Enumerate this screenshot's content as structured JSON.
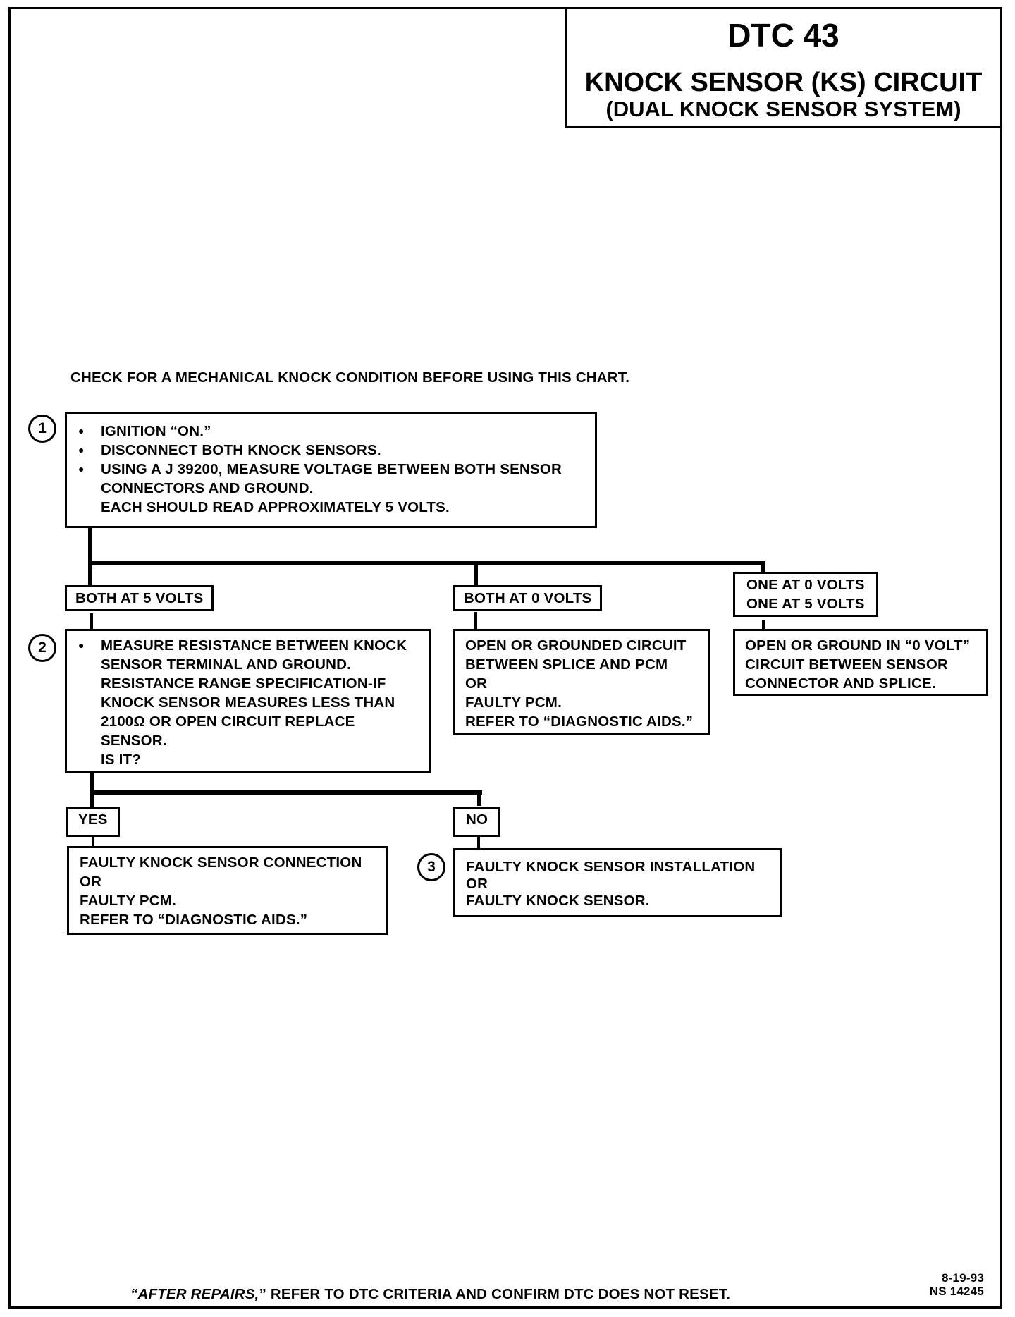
{
  "header": {
    "code": "DTC 43",
    "title": "KNOCK SENSOR (KS) CIRCUIT",
    "subtitle": "(DUAL KNOCK SENSOR SYSTEM)"
  },
  "precheck_note": "CHECK FOR A MECHANICAL KNOCK CONDITION BEFORE USING THIS CHART.",
  "step1": {
    "number": "1",
    "bullets": [
      "IGNITION “ON.”",
      "DISCONNECT BOTH KNOCK SENSORS.",
      "USING A J 39200, MEASURE VOLTAGE BETWEEN BOTH SENSOR\nCONNECTORS AND GROUND.\nEACH SHOULD READ APPROXIMATELY 5 VOLTS."
    ]
  },
  "branches": {
    "both_5v": "BOTH AT 5 VOLTS",
    "both_0v": "BOTH AT 0 VOLTS",
    "mixed": "ONE AT 0 VOLTS\nONE AT 5 VOLTS"
  },
  "step2": {
    "number": "2",
    "text": "MEASURE RESISTANCE BETWEEN KNOCK\nSENSOR TERMINAL AND GROUND.\nRESISTANCE RANGE SPECIFICATION-IF\nKNOCK SENSOR MEASURES LESS THAN\n2100Ω OR OPEN CIRCUIT REPLACE\nSENSOR.\nIS IT?"
  },
  "result_0v": "OPEN OR GROUNDED CIRCUIT\nBETWEEN SPLICE AND PCM\nOR\nFAULTY PCM.\nREFER TO “DIAGNOSTIC AIDS.”",
  "result_mixed": "OPEN OR GROUND IN “0 VOLT”\nCIRCUIT BETWEEN SENSOR\nCONNECTOR AND SPLICE.",
  "answers": {
    "yes": "YES",
    "no": "NO"
  },
  "result_yes": "FAULTY KNOCK SENSOR CONNECTION\nOR\nFAULTY PCM.\nREFER TO “DIAGNOSTIC AIDS.”",
  "step3": {
    "number": "3",
    "text": "FAULTY KNOCK SENSOR INSTALLATION\nOR\nFAULTY KNOCK SENSOR."
  },
  "footer": {
    "emphasis": "“AFTER REPAIRS,",
    "rest": "” REFER TO DTC CRITERIA AND CONFIRM DTC DOES NOT RESET."
  },
  "reference": {
    "date": "8-19-93",
    "code": "NS 14245"
  }
}
